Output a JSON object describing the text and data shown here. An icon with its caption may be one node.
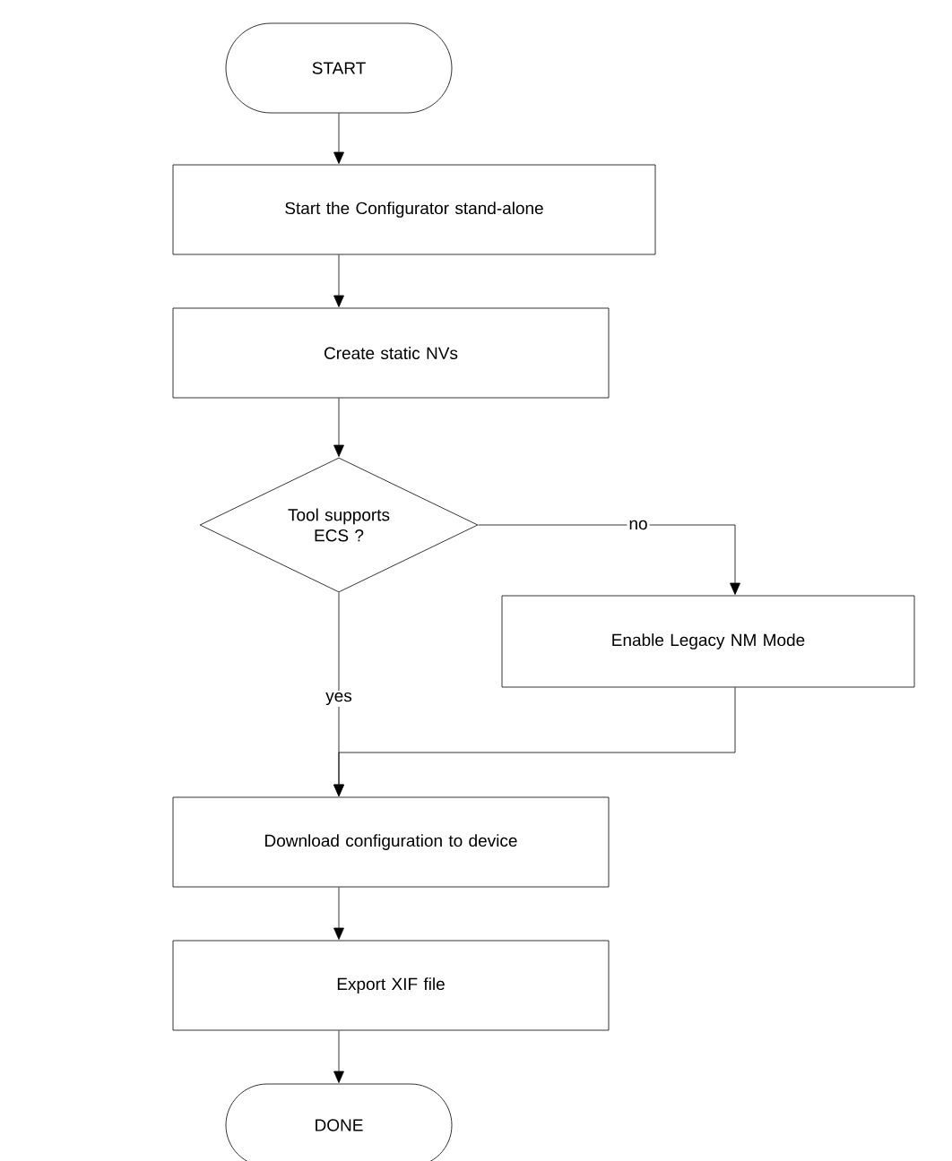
{
  "diagram": {
    "nodes": [
      {
        "text": [
          "START"
        ]
      },
      {
        "text": [
          "Start the Configurator stand-alone"
        ]
      },
      {
        "text": [
          "Create static NVs"
        ]
      },
      {
        "text": [
          "Tool supports ECS ?"
        ]
      },
      {
        "text": [
          "Enable Legacy NM Mode"
        ]
      },
      {
        "text": [
          "Download configuration to device"
        ]
      },
      {
        "text": [
          "Export XIF file"
        ]
      },
      {
        "text": [
          "DONE"
        ]
      }
    ],
    "edges": [
      {
        "from": 0,
        "to": 1,
        "arrow": "to"
      },
      {
        "from": 1,
        "to": 2,
        "arrow": "to"
      },
      {
        "from": 2,
        "to": 3,
        "arrow": "to"
      },
      {
        "from": 3,
        "to": 4,
        "arrow": "to",
        "label": "no"
      },
      {
        "from": 3,
        "to": 5,
        "arrow": "to",
        "label": "yes"
      },
      {
        "from": 4,
        "to": 5,
        "arrow": "to"
      },
      {
        "from": 5,
        "to": 6,
        "arrow": "to"
      },
      {
        "from": 6,
        "to": 7,
        "arrow": "to"
      }
    ]
  }
}
